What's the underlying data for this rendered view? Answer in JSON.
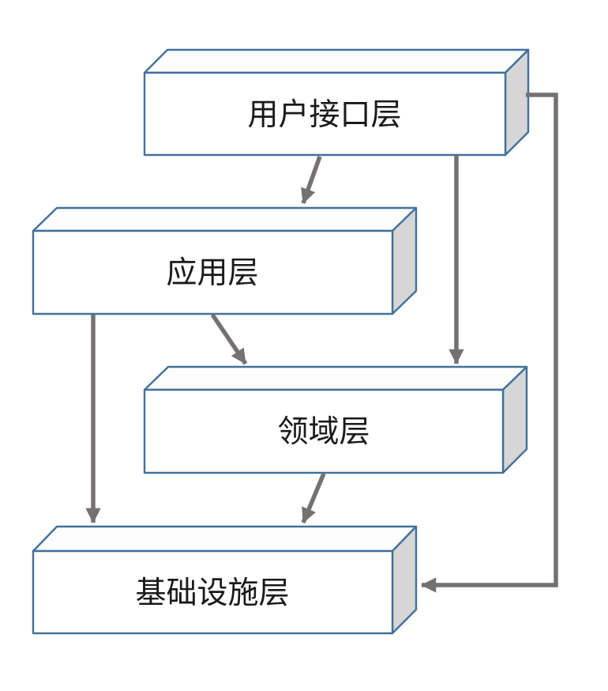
{
  "diagram": {
    "type": "layered-architecture",
    "nodes": [
      {
        "id": "user-interface-layer",
        "label": "用户接口层"
      },
      {
        "id": "application-layer",
        "label": "应用层"
      },
      {
        "id": "domain-layer",
        "label": "领域层"
      },
      {
        "id": "infrastructure-layer",
        "label": "基础设施层"
      }
    ],
    "edges": [
      {
        "from": "用户接口层",
        "to": "应用层"
      },
      {
        "from": "用户接口层",
        "to": "领域层"
      },
      {
        "from": "用户接口层",
        "to": "基础设施层"
      },
      {
        "from": "应用层",
        "to": "领域层"
      },
      {
        "from": "应用层",
        "to": "基础设施层"
      },
      {
        "from": "领域层",
        "to": "基础设施层"
      }
    ],
    "colors": {
      "box_border": "#41719C",
      "box_front": "#FFFFFF",
      "box_top": "#FDFDFD",
      "box_side": "#D6D6D6",
      "arrow": "#757171",
      "text": "#1A1A1A"
    }
  }
}
